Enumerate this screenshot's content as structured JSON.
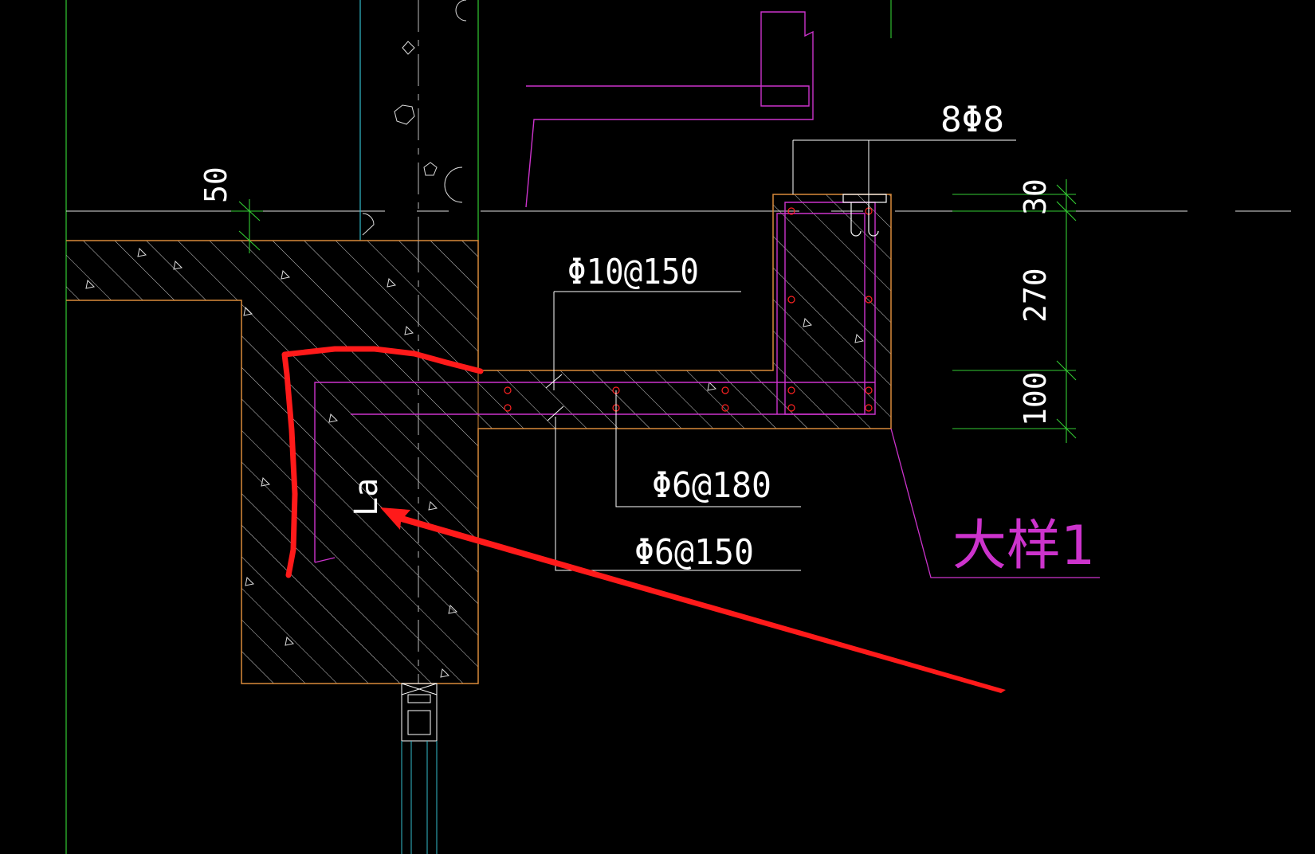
{
  "drawing": {
    "background": "#000000",
    "colors": {
      "concrete_outline": "#d98a3a",
      "rebar": "#cc33cc",
      "grid_line": "#33cc33",
      "wall_line": "#33bbcc",
      "leader_line": "#ffffff",
      "annotation_red": "#ff1a1a",
      "hatch": "#e0e0e0",
      "rebar_dots": "#ff2222"
    },
    "rebar_labels": {
      "top_right": "8Φ8",
      "slab_main": "Φ10@150",
      "slab_dist": "Φ6@180",
      "lower": "Φ6@150"
    },
    "dimensions": {
      "left_offset": "50",
      "top": "30",
      "middle": "270",
      "bottom": "100"
    },
    "anchor_label": "La",
    "detail_label": "大样1",
    "annotation": {
      "type": "red-arrow-and-hand-drawn-L",
      "icon": "arrow-icon"
    }
  }
}
